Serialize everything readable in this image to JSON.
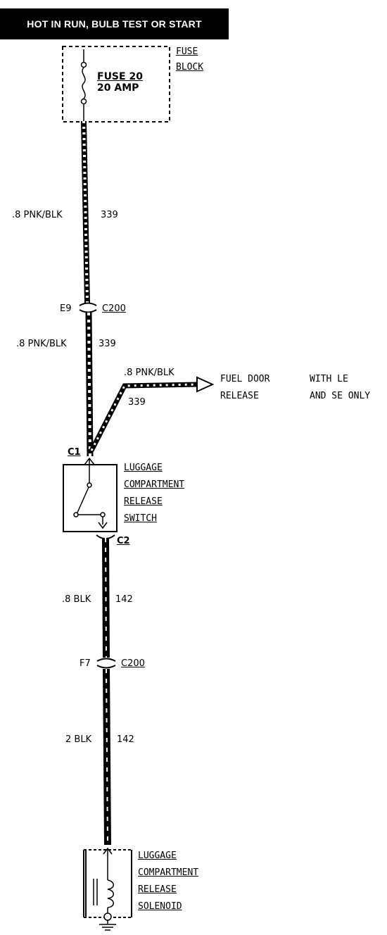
{
  "header": {
    "text": "HOT IN RUN, BULB TEST OR START"
  },
  "fuse_block": {
    "label_line1": "FUSE",
    "label_line2": "BLOCK",
    "fuse_name": "FUSE 20",
    "fuse_rating": "20 AMP"
  },
  "wires": {
    "w1": {
      "gauge_color": ".8 PNK/BLK",
      "circuit": "339"
    },
    "w2": {
      "gauge_color": ".8 PNK/BLK",
      "circuit": "339"
    },
    "w3": {
      "gauge_color": ".8 PNK/BLK",
      "circuit": "339"
    },
    "w4": {
      "gauge_color": ".8 BLK",
      "circuit": "142"
    },
    "w5": {
      "gauge_color": "2 BLK",
      "circuit": "142"
    }
  },
  "connectors": {
    "c200_top": {
      "pin": "E9",
      "name": "C200"
    },
    "c200_bottom": {
      "pin": "F7",
      "name": "C200"
    },
    "c1": {
      "name": "C1"
    },
    "c2": {
      "name": "C2"
    }
  },
  "fuel_door": {
    "line1": "FUEL DOOR",
    "line2": "RELEASE",
    "note_line1": "WITH LE",
    "note_line2": "AND SE ONLY"
  },
  "switch": {
    "line1": "LUGGAGE",
    "line2": "COMPARTMENT",
    "line3": "RELEASE",
    "line4": "SWITCH"
  },
  "solenoid": {
    "line1": "LUGGAGE",
    "line2": "COMPARTMENT",
    "line3": "RELEASE",
    "line4": "SOLENOID"
  }
}
